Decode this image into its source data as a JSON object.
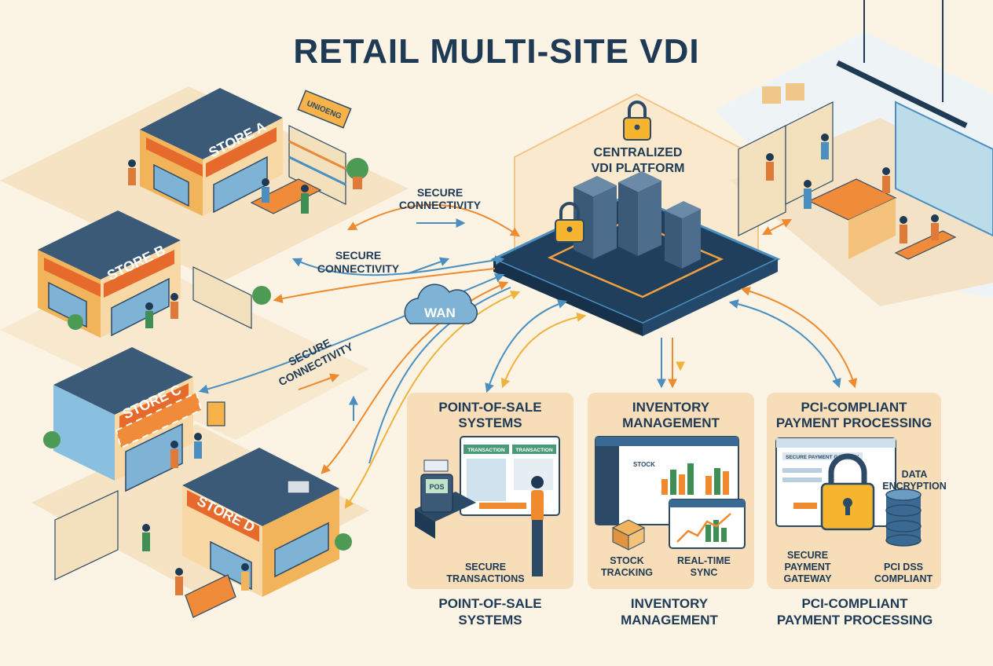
{
  "title": "RETAIL MULTI-SITE VDI",
  "platform": {
    "label_line1": "CENTRALIZED",
    "label_line2": "VDI PLATFORM"
  },
  "wan": "WAN",
  "connectivity": [
    {
      "line1": "SECURE",
      "line2": "CONNECTIVITY"
    },
    {
      "line1": "SECURE",
      "line2": "CONNECTIVITY"
    },
    {
      "line1": "SECURE",
      "line2": "CONNECTIVITY"
    }
  ],
  "stores": [
    "STORE A",
    "STORE B",
    "STORE C",
    "STORE D"
  ],
  "store_a_sign": "UNIOENG",
  "panels": [
    {
      "title_line1": "POINT-OF-SALE",
      "title_line2": "SYSTEMS",
      "caption_line1": "SECURE",
      "caption_line2": "TRANSACTIONS",
      "screen_tab1": "TRANSACTION",
      "screen_tab2": "TRANSACTION",
      "device_label": "POS",
      "below_line1": "POINT-OF-SALE",
      "below_line2": "SYSTEMS"
    },
    {
      "title_line1": "INVENTORY",
      "title_line2": "MANAGEMENT",
      "screen_label": "STOCK",
      "caption_left_line1": "STOCK",
      "caption_left_line2": "TRACKING",
      "caption_right_line1": "REAL-TIME",
      "caption_right_line2": "SYNC",
      "below_line1": "INVENTORY",
      "below_line2": "MANAGEMENT"
    },
    {
      "title_line1": "PCI-COMPLIANT",
      "title_line2": "PAYMENT PROCESSING",
      "screen_label": "SECURE PAYMENT GATEWAY",
      "encryption_line1": "DATA",
      "encryption_line2": "ENCRYPTION",
      "caption_left_line1": "SECURE",
      "caption_left_line2": "PAYMENT",
      "caption_left_line3": "GATEWAY",
      "caption_right_line1": "PCI DSS",
      "caption_right_line2": "COMPLIANT",
      "below_line1": "PCI-COMPLIANT",
      "below_line2": "PAYMENT PROCESSING"
    }
  ],
  "colors": {
    "navy": "#1e3a55",
    "orange": "#ef8a2e",
    "blue": "#4a8fc0",
    "background": "#fbf3e4",
    "panel": "#f7ddb8"
  }
}
